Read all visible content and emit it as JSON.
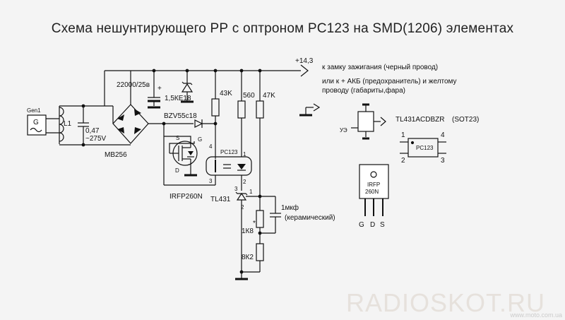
{
  "title": "Схема нешунтирующего РР с оптроном PC123  на SMD(1206) элементах",
  "labels": {
    "gen_name": "Gen1",
    "gen_symbol": "G",
    "coil": "L1",
    "cap_047": "0,47",
    "cap_275": "~275V",
    "bridge": "MB256",
    "cap_big": "22000/25в",
    "plus": "+",
    "tvs": "1,5КЕ18",
    "zener": "BZV55c18",
    "mosfet_s": "S",
    "mosfet_g": "G",
    "mosfet_d": "D",
    "mosfet_name": "IRFP260N",
    "r_43k": "43K",
    "r_560": "560",
    "r_47k": "47K",
    "opto_name": "PC123",
    "pin4": "4",
    "pin1": "1",
    "pin3": "3",
    "pin2": "2",
    "tl_name": "TL431",
    "tl_pin3": "3",
    "tl_pin1": "1",
    "tl_pin2": "2",
    "cap_1mk": "1мкф",
    "cap_ceramic": "(керамический)",
    "r_1k8": "1К8",
    "star": "*",
    "r_8k2": "8К2",
    "v143": "+14,3",
    "to_ignition": "к замку  зажигания  (черный провод)",
    "or_akb": "или к + АКБ (предохранитель) и желтому",
    "wire_yellow": "проводу (габариты,фара)",
    "tl_part": "TL431ACDBZR",
    "sot": "(SOT23)",
    "ue": "УЭ",
    "pc_pin1": "1",
    "pc_pin4": "4",
    "pc_pin2": "2",
    "pc_pin3": "3",
    "pc_body": "PC123",
    "irfp_1": "IRFP",
    "irfp_2": "260N",
    "irfp_g": "G",
    "irfp_d": "D",
    "irfp_s": "S"
  },
  "watermark": "RADIOSKOT.RU",
  "site": "www.moto.com.ua"
}
